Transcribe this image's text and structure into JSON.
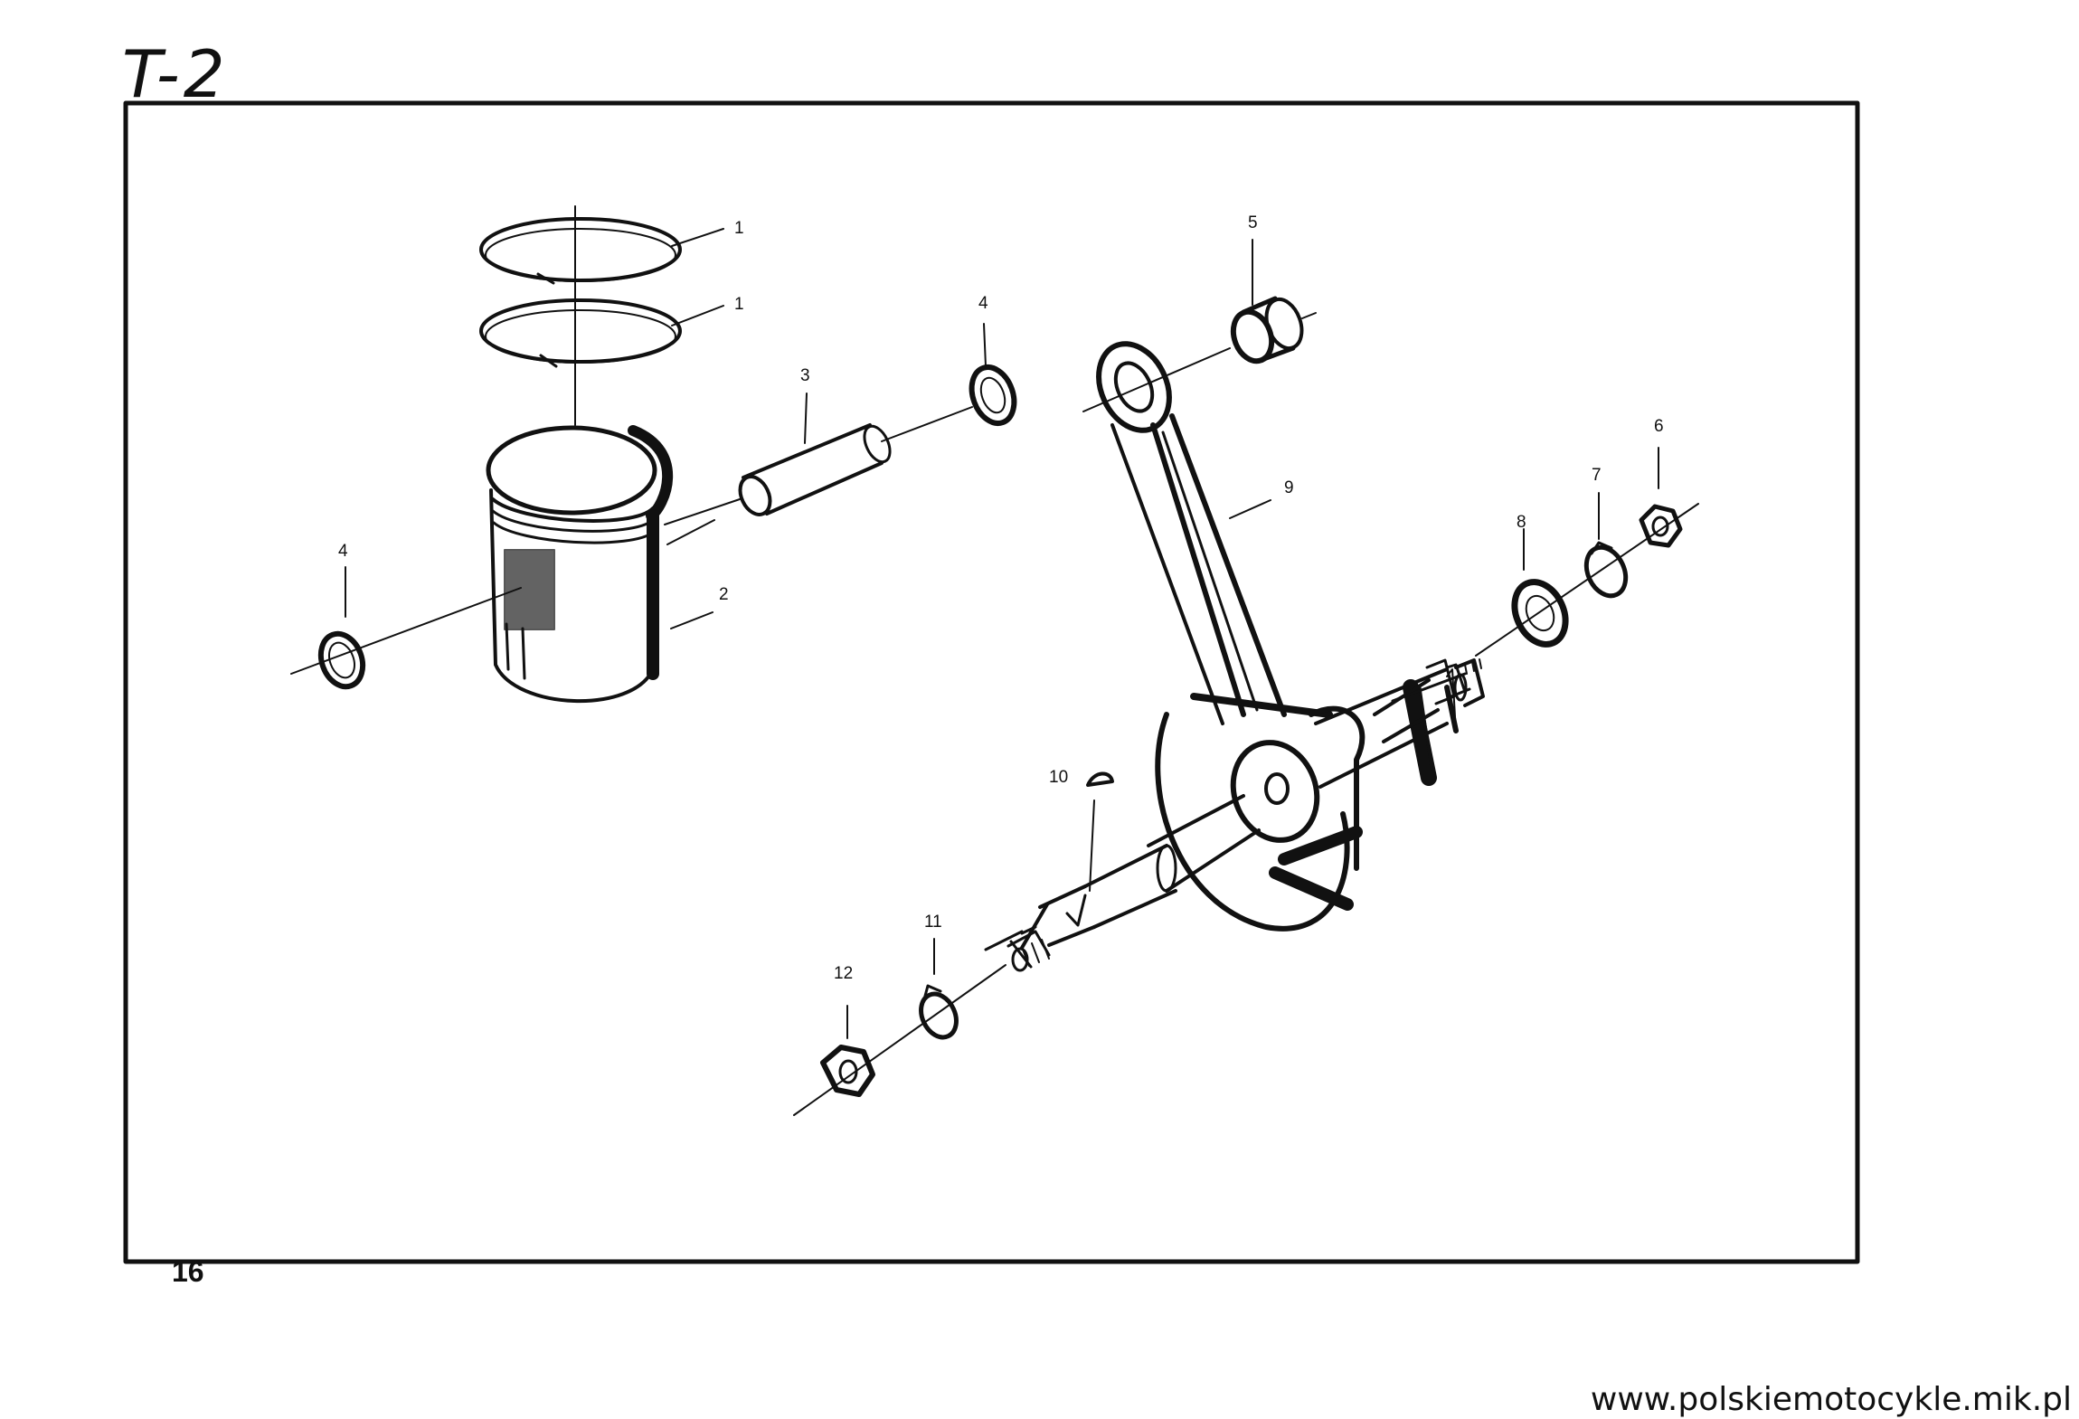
{
  "diagram": {
    "sheet_code": "T-2",
    "page_number": "16",
    "source_url": "www.polskiemotocykle.mik.pl",
    "callouts": {
      "ring_top": "1",
      "ring_second": "1",
      "piston": "2",
      "pin": "3",
      "clip_right": "4",
      "clip_left": "4",
      "bearing": "5",
      "nut_right": "6",
      "lockwasher_right": "7",
      "washer_right": "8",
      "conrod": "9",
      "key": "10",
      "lockwasher_left": "11",
      "nut_left": "12"
    }
  }
}
